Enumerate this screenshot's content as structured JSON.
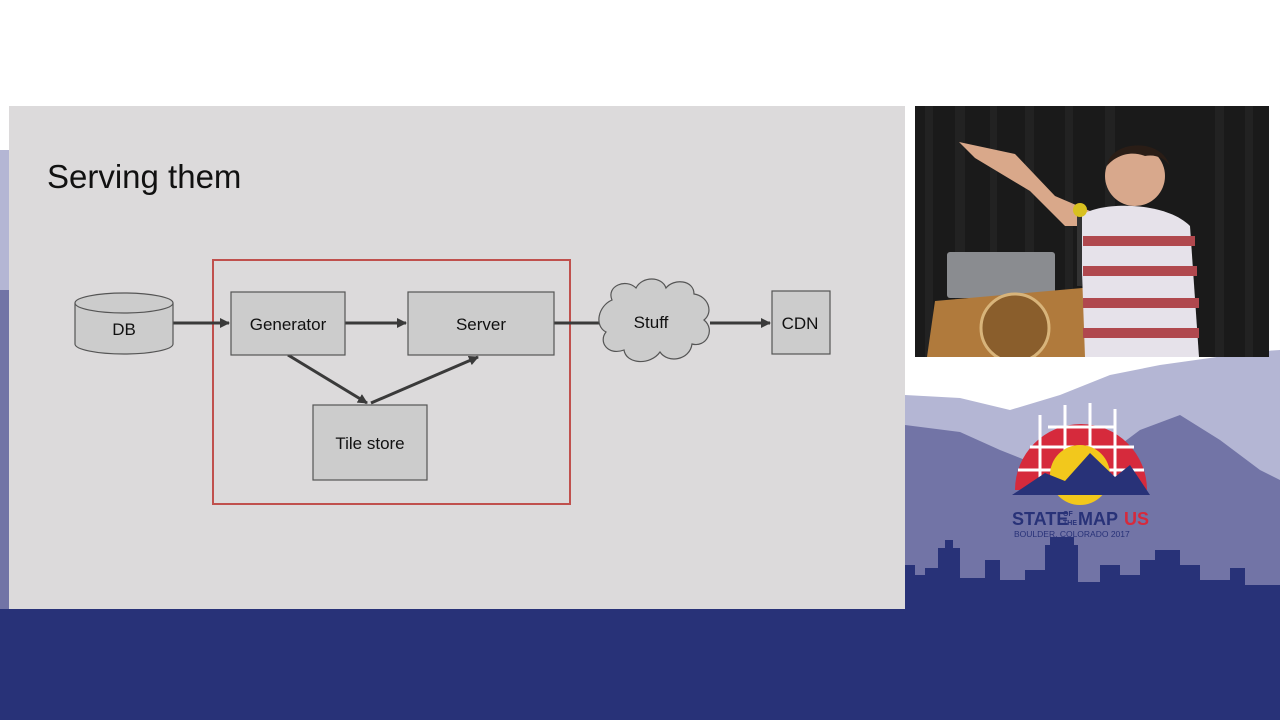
{
  "slide": {
    "title": "Serving them"
  },
  "diagram": {
    "nodes": {
      "db": "DB",
      "generator": "Generator",
      "server": "Server",
      "tile_store": "Tile store",
      "stuff": "Stuff",
      "cdn": "CDN"
    },
    "edges": [
      [
        "db",
        "generator"
      ],
      [
        "generator",
        "server"
      ],
      [
        "generator",
        "tile_store"
      ],
      [
        "tile_store",
        "server"
      ],
      [
        "server",
        "stuff"
      ],
      [
        "stuff",
        "cdn"
      ]
    ],
    "group_color": "#c0504d"
  },
  "conference": {
    "name_part1": "STATE",
    "name_of": "OF",
    "name_the": "THE",
    "name_map": "MAP",
    "name_us": "US",
    "location": "BOULDER, COLORADO 2017"
  },
  "colors": {
    "navy": "#283278",
    "lavender": "#b4b6d4",
    "mid_purple": "#7274a6",
    "logo_red": "#d62a3c",
    "logo_yellow": "#f2c81c"
  }
}
